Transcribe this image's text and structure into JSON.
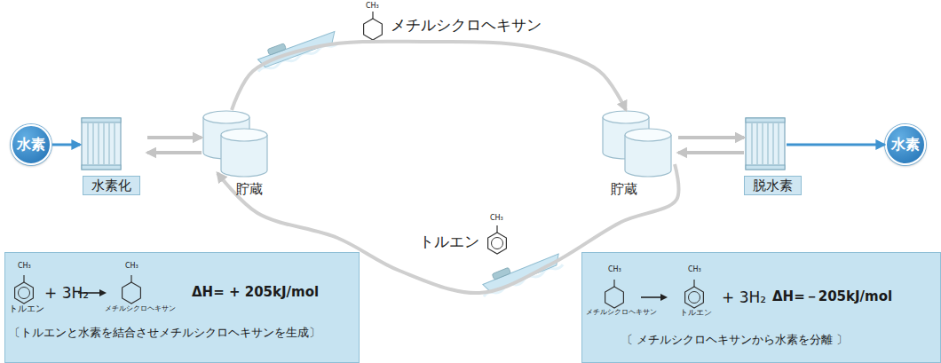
{
  "diagram": {
    "nodes": [
      {
        "text": [
          "水素"
        ]
      },
      {
        "text": [
          "水素化"
        ]
      },
      {
        "text": [
          "貯蔵"
        ]
      },
      {
        "text": [
          "貯蔵"
        ]
      },
      {
        "text": [
          "脱水素"
        ]
      },
      {
        "text": [
          "水素"
        ]
      },
      {
        "text": [
          "CH₃",
          "CH₃",
          "+ 3H₂",
          "ΔH= + 205kJ/mol",
          "トルエン",
          "メチルシクロヘキサン",
          "〔トルエンと水素を結合させメチルシクロヘキサンを生成〕"
        ]
      },
      {
        "text": [
          "CH₃",
          "CH₃",
          "+ 3H₂",
          "ΔH=－205kJ/mol",
          "メチルシクロヘキサン",
          "トルエン",
          "〔 メチルシクロヘキサンから水素を分離 〕"
        ]
      }
    ],
    "edges": [
      {
        "from": 0,
        "to": 1,
        "arrow": "to"
      },
      {
        "from": 1,
        "to": 2,
        "arrow": "to"
      },
      {
        "from": 2,
        "to": 1,
        "arrow": "to"
      },
      {
        "from": 2,
        "to": 3,
        "arrow": "to"
      },
      {
        "from": 3,
        "to": 2,
        "arrow": "to"
      },
      {
        "from": 3,
        "to": 4,
        "arrow": "to"
      },
      {
        "from": 4,
        "to": 3,
        "arrow": "to"
      },
      {
        "from": 4,
        "to": 5,
        "arrow": "to"
      }
    ],
    "labels": [
      "CH₃",
      "メチルシクロヘキサン",
      "CH₃",
      "トルエン"
    ]
  }
}
